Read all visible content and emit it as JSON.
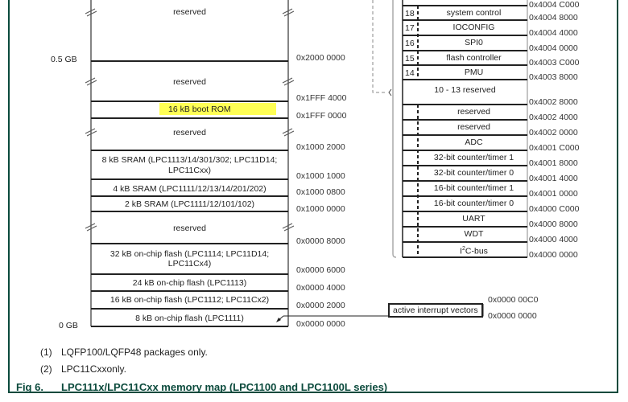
{
  "memory_map": {
    "gb_labels": [
      "0.5 GB",
      "0 GB"
    ],
    "regions": [
      {
        "label": "reserved"
      },
      {
        "label": "reserved"
      },
      {
        "label": "16 kB boot ROM",
        "highlight": "#ffff55"
      },
      {
        "label": "reserved"
      },
      {
        "label": "8 kB  SRAM (LPC1113/14/301/302; LPC11D14;",
        "label2": "LPC11Cxx)"
      },
      {
        "label": "4 kB  SRAM (LPC1111/12/13/14/201/202)"
      },
      {
        "label": "2 kB  SRAM (LPC1111/12/101/102)"
      },
      {
        "label": "reserved"
      },
      {
        "label": "32 kB on-chip flash  (LPC1114; LPC11D14;",
        "label2": "LPC11Cx4)"
      },
      {
        "label": "24 kB on-chip flash  (LPC1113)"
      },
      {
        "label": "16 kB on-chip flash (LPC1112; LPC11Cx2)"
      },
      {
        "label": "8 kB on-chip flash (LPC1111)"
      }
    ],
    "addresses": [
      "0x2000 0000",
      "0x1FFF 4000",
      "0x1FFF 0000",
      "0x1000 2000",
      "0x1000 1000",
      "0x1000 0800",
      "0x1000 0000",
      "0x0000 8000",
      "0x0000 6000",
      "0x0000 4000",
      "0x0000 2000",
      "0x0000 0000"
    ]
  },
  "peripherals": {
    "top_address": "0x4004 C000",
    "rows": [
      {
        "num": "18",
        "label": "system control",
        "addr": "0x4004 8000"
      },
      {
        "num": "17",
        "label": "IOCONFIG",
        "addr": "0x4004 4000"
      },
      {
        "num": "16",
        "label": "SPI0",
        "addr": "0x4004 0000"
      },
      {
        "num": "15",
        "label": "flash controller",
        "addr": "0x4003 C000"
      },
      {
        "num": "14",
        "label": "PMU",
        "addr": "0x4003 8000"
      },
      {
        "num": "",
        "label": "10 - 13 reserved",
        "addr": "0x4002 8000"
      },
      {
        "num": "",
        "label": "reserved",
        "addr": "0x4002 4000"
      },
      {
        "num": "",
        "label": "reserved",
        "addr": "0x4002 0000"
      },
      {
        "num": "",
        "label": "ADC",
        "addr": "0x4001 C000"
      },
      {
        "num": "",
        "label": "32-bit counter/timer 1",
        "addr": "0x4001 8000"
      },
      {
        "num": "",
        "label": "32-bit counter/timer 0",
        "addr": "0x4001 4000"
      },
      {
        "num": "",
        "label": "16-bit counter/timer 1",
        "addr": "0x4001 0000"
      },
      {
        "num": "",
        "label": "16-bit counter/timer 0",
        "addr": "0x4000 C000"
      },
      {
        "num": "",
        "label": "UART",
        "addr": "0x4000 8000"
      },
      {
        "num": "",
        "label": "WDT",
        "addr": "0x4000 4000"
      },
      {
        "num": "",
        "label": "C-bus",
        "sup_prefix": "I",
        "sup": "2",
        "addr": "0x4000 0000"
      }
    ]
  },
  "interrupt_vectors": {
    "label": "active interrupt vectors",
    "addr_top": "0x0000 00C0",
    "addr_bottom": "0x0000 0000"
  },
  "notes": [
    {
      "num": "(1)",
      "text": "LQFP100/LQFP48 packages only."
    },
    {
      "num": "(2)",
      "text": "LPC11Cxxonly."
    }
  ],
  "figure": {
    "number": "Fig 6.",
    "title": "LPC111x/LPC11Cxx memory map (LPC1100 and LPC1100L series)"
  },
  "colors": {
    "frame": "#0b4a3c",
    "highlight": "#ffff55",
    "lines": "#222222"
  }
}
